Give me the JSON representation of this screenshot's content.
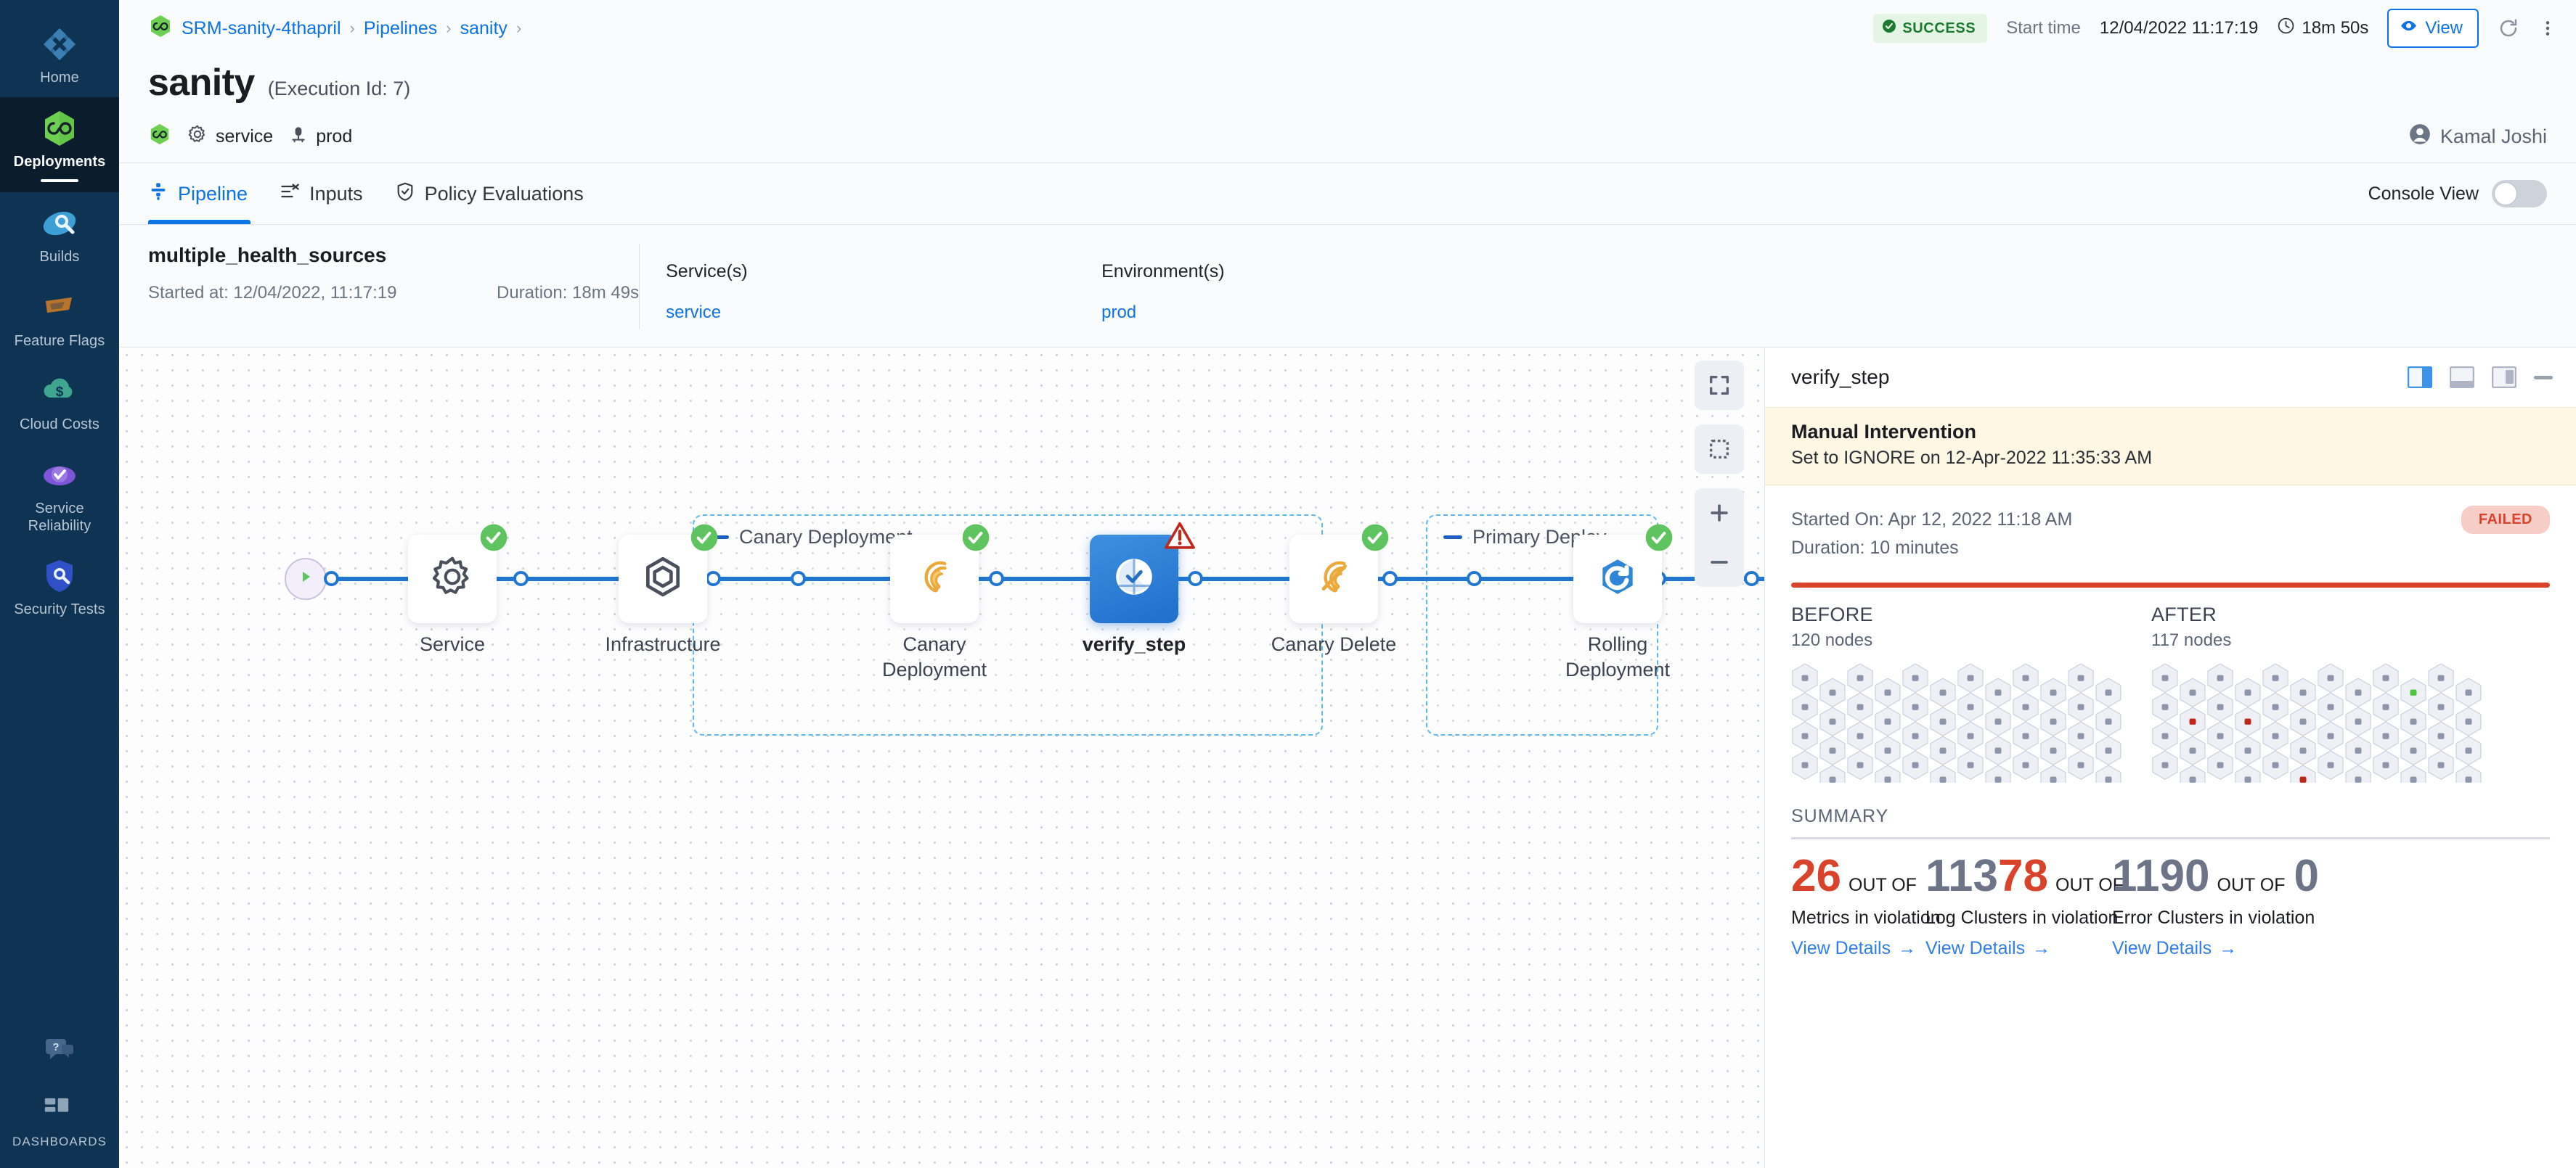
{
  "sidebar": {
    "items": [
      {
        "label": "Home",
        "icon": "home-diamond-icon",
        "active": false
      },
      {
        "label": "Deployments",
        "icon": "harness-infinity-icon",
        "active": true
      },
      {
        "label": "Builds",
        "icon": "builds-icon",
        "active": false
      },
      {
        "label": "Feature Flags",
        "icon": "feature-flags-icon",
        "active": false
      },
      {
        "label": "Cloud Costs",
        "icon": "cloud-costs-icon",
        "active": false
      },
      {
        "label": "Service Reliability",
        "icon": "service-reliability-icon",
        "active": false
      },
      {
        "label": "Security Tests",
        "icon": "security-tests-icon",
        "active": false
      }
    ],
    "help_icon": "help-chat-icon",
    "dashboards_label": "DASHBOARDS",
    "dashboards_icon": "dashboards-grid-icon"
  },
  "header": {
    "breadcrumbs": [
      {
        "label": "SRM-sanity-4thapril"
      },
      {
        "label": "Pipelines"
      },
      {
        "label": "sanity"
      }
    ],
    "breadcrumb_separator": "›",
    "project_icon": "harness-infinity-icon",
    "status_badge": "SUCCESS",
    "start_time_label": "Start time",
    "start_time_value": "12/04/2022 11:17:19",
    "duration_value": "18m 50s",
    "view_button": "View",
    "refresh_icon": "refresh-icon",
    "more_icon": "more-vertical-icon",
    "title": "sanity",
    "execution_id": "(Execution Id: 7)",
    "meta": [
      {
        "icon": "gear-icon",
        "label": "service"
      },
      {
        "icon": "infra-host-icon",
        "label": "prod"
      }
    ],
    "user": "Kamal Joshi",
    "user_icon": "avatar-icon"
  },
  "tabs": {
    "items": [
      {
        "label": "Pipeline",
        "icon": "pipeline-icon",
        "active": true
      },
      {
        "label": "Inputs",
        "icon": "inputs-icon",
        "active": false
      },
      {
        "label": "Policy Evaluations",
        "icon": "policy-shield-icon",
        "active": false
      }
    ],
    "console_view_label": "Console View",
    "console_view_on": false
  },
  "info": {
    "name": "multiple_health_sources",
    "started_at": "Started at: 12/04/2022, 11:17:19",
    "duration": "Duration: 18m 49s",
    "services_header": "Service(s)",
    "services_value": "service",
    "environments_header": "Environment(s)",
    "environments_value": "prod"
  },
  "diagram": {
    "groups": [
      {
        "label": "Canary Deployment"
      },
      {
        "label": "Primary Deploy..."
      }
    ],
    "nodes": [
      {
        "label": "Service",
        "icon": "gear-icon",
        "status": "success",
        "selected": false
      },
      {
        "label": "Infrastructure",
        "icon": "hexagon-infra-icon",
        "status": "success",
        "selected": false
      },
      {
        "label": "Canary Deployment",
        "icon": "canary-bird-icon",
        "status": "success",
        "selected": false
      },
      {
        "label": "verify_step",
        "icon": "verify-icon",
        "status": "warning",
        "selected": true
      },
      {
        "label": "Canary Delete",
        "icon": "canary-delete-icon",
        "status": "success",
        "selected": false
      },
      {
        "label": "Rolling Deployment",
        "icon": "rolling-deployment-icon",
        "status": "success",
        "selected": false
      }
    ],
    "tools": [
      {
        "name": "fullscreen-icon"
      },
      {
        "name": "selection-box-icon"
      },
      {
        "name": "zoom-in-icon"
      },
      {
        "name": "zoom-out-icon"
      }
    ],
    "start_icon": "play-icon",
    "end_icon": "stop-icon"
  },
  "panel": {
    "title": "verify_step",
    "controls": [
      {
        "name": "layout-right-panel-icon",
        "active": true
      },
      {
        "name": "layout-bottom-panel-icon",
        "active": false
      },
      {
        "name": "layout-float-panel-icon",
        "active": false
      },
      {
        "name": "minimize-icon",
        "active": false
      }
    ],
    "banner": {
      "title": "Manual Intervention",
      "subtitle": "Set to IGNORE on 12-Apr-2022 11:35:33 AM"
    },
    "started_on": "Started On: Apr 12, 2022 11:18 AM",
    "duration": "Duration: 10 minutes",
    "status_badge": "FAILED",
    "before": {
      "header": "BEFORE",
      "nodes": "120 nodes"
    },
    "after": {
      "header": "AFTER",
      "nodes": "117 nodes"
    },
    "summary_header": "SUMMARY",
    "metrics": [
      {
        "value": "26",
        "value_color": "red",
        "of_label": "OUT OF",
        "total": "113",
        "total_color": "grey",
        "description": "Metrics in violation",
        "link": "View Details",
        "link_arrow": "→"
      },
      {
        "value": "78",
        "value_color": "red",
        "of_label": "OUT OF",
        "total": "1190",
        "total_color": "grey",
        "description": "Log Clusters in violation",
        "link": "View Details",
        "link_arrow": "→"
      },
      {
        "value": "0",
        "value_color": "grey",
        "of_label": "OUT OF",
        "total": "0",
        "total_color": "grey",
        "description": "Error Clusters in violation",
        "link": "View Details",
        "link_arrow": "→"
      }
    ]
  },
  "colors": {
    "accent_blue": "#0a73e8",
    "success_green": "#4caf50",
    "fail_red": "#d9432c",
    "nav_bg": "#0f3352",
    "warn_yellow": "#fdf7e3"
  }
}
